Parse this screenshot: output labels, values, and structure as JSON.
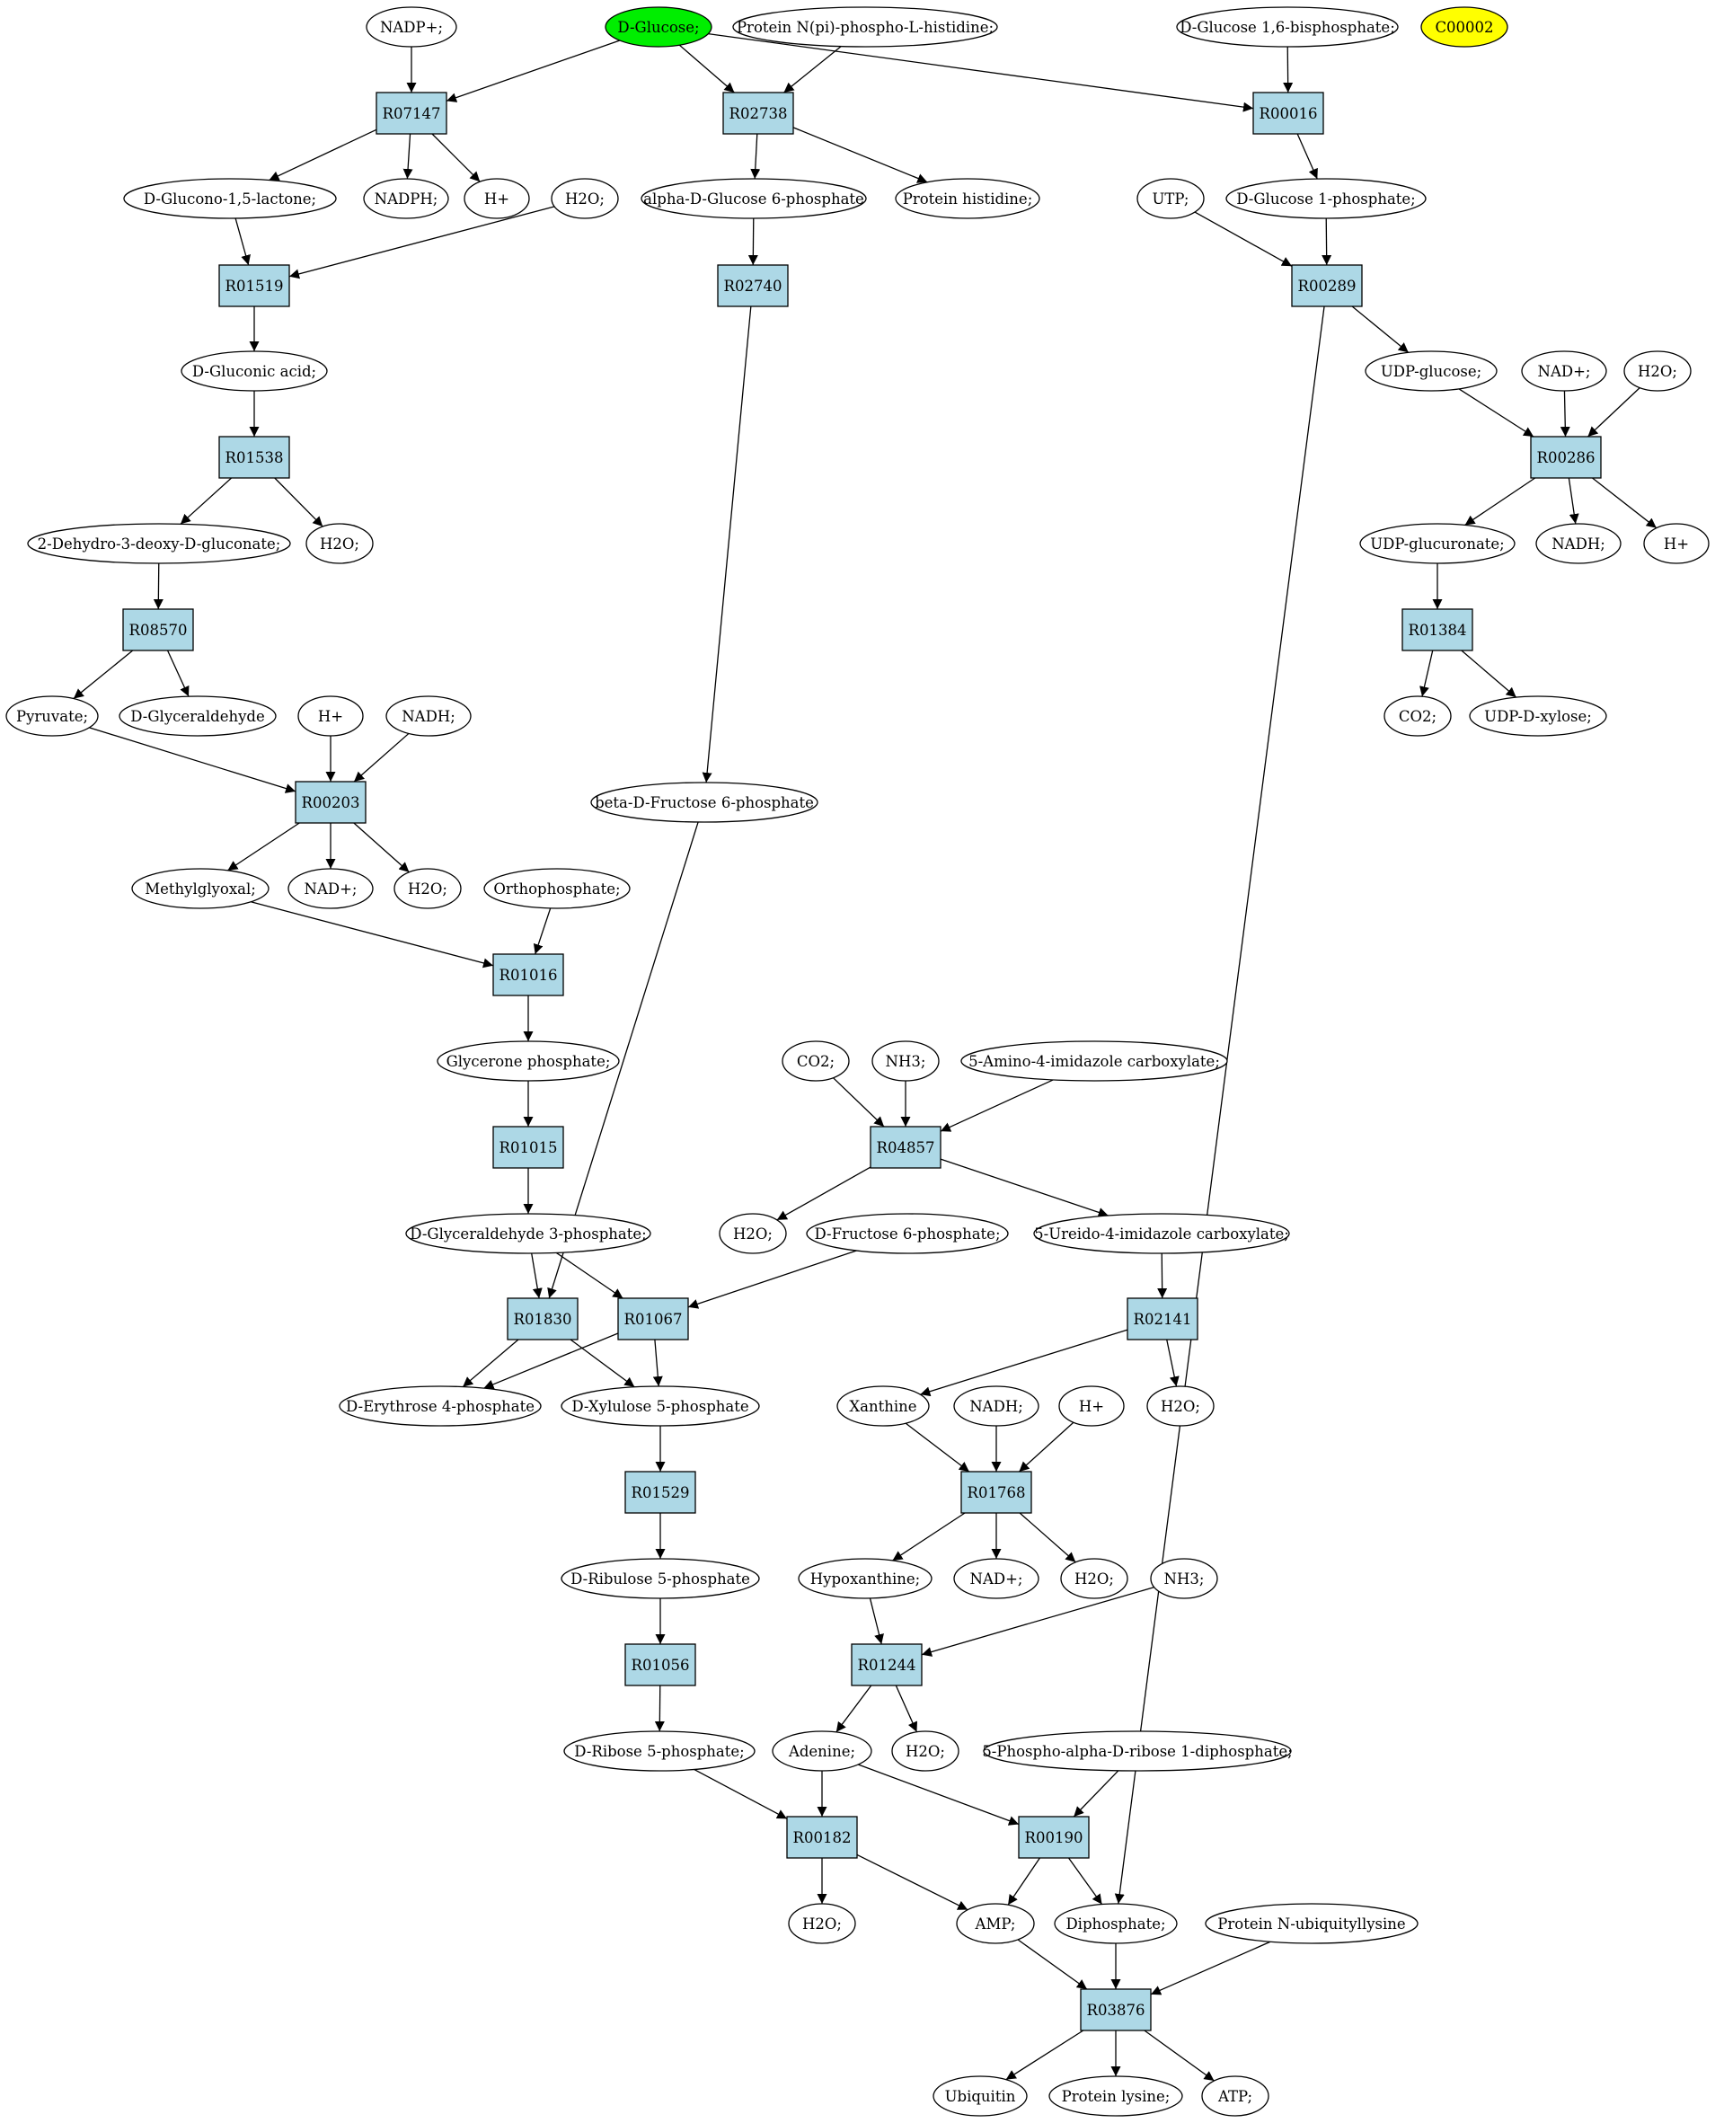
{
  "colors": {
    "reaction_fill": "#add8e6",
    "compound_fill": "#ffffff",
    "highlight_green": "#00ee00",
    "highlight_yellow": "#ffff00",
    "stroke": "#000000"
  },
  "nodes": [
    {
      "id": "nadp_plus",
      "kind": "compound",
      "label": "NADP+;"
    },
    {
      "id": "d_glucose",
      "kind": "compound",
      "label": "D-Glucose;",
      "fill": "highlight_green"
    },
    {
      "id": "protein_npi",
      "kind": "compound",
      "label": "Protein N(pi)-phospho-L-histidine;"
    },
    {
      "id": "d_glucose_16bp",
      "kind": "compound",
      "label": "D-Glucose 1,6-bisphosphate;"
    },
    {
      "id": "c00002",
      "kind": "compound",
      "label": "C00002",
      "fill": "highlight_yellow"
    },
    {
      "id": "R07147",
      "kind": "reaction",
      "label": "R07147"
    },
    {
      "id": "R02738",
      "kind": "reaction",
      "label": "R02738"
    },
    {
      "id": "R00016",
      "kind": "reaction",
      "label": "R00016"
    },
    {
      "id": "d_glucono_lactone",
      "kind": "compound",
      "label": "D-Glucono-1,5-lactone;"
    },
    {
      "id": "nadph_1",
      "kind": "compound",
      "label": "NADPH;"
    },
    {
      "id": "hplus_1",
      "kind": "compound",
      "label": "H+"
    },
    {
      "id": "h2o_1",
      "kind": "compound",
      "label": "H2O;"
    },
    {
      "id": "ad_glucose_6p",
      "kind": "compound",
      "label": "alpha-D-Glucose 6-phosphate"
    },
    {
      "id": "protein_histidine",
      "kind": "compound",
      "label": "Protein histidine;"
    },
    {
      "id": "utp",
      "kind": "compound",
      "label": "UTP;"
    },
    {
      "id": "d_glucose_1p",
      "kind": "compound",
      "label": "D-Glucose 1-phosphate;"
    },
    {
      "id": "R01519",
      "kind": "reaction",
      "label": "R01519"
    },
    {
      "id": "R02740",
      "kind": "reaction",
      "label": "R02740"
    },
    {
      "id": "R00289",
      "kind": "reaction",
      "label": "R00289"
    },
    {
      "id": "d_gluconic_acid",
      "kind": "compound",
      "label": "D-Gluconic acid;"
    },
    {
      "id": "udp_glucose",
      "kind": "compound",
      "label": "UDP-glucose;"
    },
    {
      "id": "nad_plus_1",
      "kind": "compound",
      "label": "NAD+;"
    },
    {
      "id": "h2o_2",
      "kind": "compound",
      "label": "H2O;"
    },
    {
      "id": "R01538",
      "kind": "reaction",
      "label": "R01538"
    },
    {
      "id": "R00286",
      "kind": "reaction",
      "label": "R00286"
    },
    {
      "id": "dehydro_deoxy_gluconate",
      "kind": "compound",
      "label": "2-Dehydro-3-deoxy-D-gluconate;"
    },
    {
      "id": "h2o_3",
      "kind": "compound",
      "label": "H2O;"
    },
    {
      "id": "udp_glucuronate",
      "kind": "compound",
      "label": "UDP-glucuronate;"
    },
    {
      "id": "nadh_1",
      "kind": "compound",
      "label": "NADH;"
    },
    {
      "id": "hplus_2",
      "kind": "compound",
      "label": "H+"
    },
    {
      "id": "R08570",
      "kind": "reaction",
      "label": "R08570"
    },
    {
      "id": "R01384",
      "kind": "reaction",
      "label": "R01384"
    },
    {
      "id": "pyruvate",
      "kind": "compound",
      "label": "Pyruvate;"
    },
    {
      "id": "d_glyceraldehyde",
      "kind": "compound",
      "label": "D-Glyceraldehyde"
    },
    {
      "id": "hplus_3",
      "kind": "compound",
      "label": "H+"
    },
    {
      "id": "nadh_2",
      "kind": "compound",
      "label": "NADH;"
    },
    {
      "id": "co2_1",
      "kind": "compound",
      "label": "CO2;"
    },
    {
      "id": "udp_d_xylose",
      "kind": "compound",
      "label": "UDP-D-xylose;"
    },
    {
      "id": "R00203",
      "kind": "reaction",
      "label": "R00203"
    },
    {
      "id": "b_fructose_6p",
      "kind": "compound",
      "label": "beta-D-Fructose 6-phosphate"
    },
    {
      "id": "methylglyoxal",
      "kind": "compound",
      "label": "Methylglyoxal;"
    },
    {
      "id": "nad_plus_2",
      "kind": "compound",
      "label": "NAD+;"
    },
    {
      "id": "h2o_4",
      "kind": "compound",
      "label": "H2O;"
    },
    {
      "id": "orthophosphate",
      "kind": "compound",
      "label": "Orthophosphate;"
    },
    {
      "id": "R01016",
      "kind": "reaction",
      "label": "R01016"
    },
    {
      "id": "glycerone_phosphate",
      "kind": "compound",
      "label": "Glycerone phosphate;"
    },
    {
      "id": "co2_2",
      "kind": "compound",
      "label": "CO2;"
    },
    {
      "id": "nh3_1",
      "kind": "compound",
      "label": "NH3;"
    },
    {
      "id": "aminoimidazole_carbox",
      "kind": "compound",
      "label": "5-Amino-4-imidazole carboxylate;"
    },
    {
      "id": "R01015",
      "kind": "reaction",
      "label": "R01015"
    },
    {
      "id": "R04857",
      "kind": "reaction",
      "label": "R04857"
    },
    {
      "id": "d_glyceraldehyde_3p",
      "kind": "compound",
      "label": "D-Glyceraldehyde 3-phosphate;"
    },
    {
      "id": "h2o_5",
      "kind": "compound",
      "label": "H2O;"
    },
    {
      "id": "d_fructose_6p",
      "kind": "compound",
      "label": "D-Fructose 6-phosphate;"
    },
    {
      "id": "ureido_imidazole_carbox",
      "kind": "compound",
      "label": "5-Ureido-4-imidazole carboxylate;"
    },
    {
      "id": "R01830",
      "kind": "reaction",
      "label": "R01830"
    },
    {
      "id": "R01067",
      "kind": "reaction",
      "label": "R01067"
    },
    {
      "id": "R02141",
      "kind": "reaction",
      "label": "R02141"
    },
    {
      "id": "d_erythrose_4p",
      "kind": "compound",
      "label": "D-Erythrose 4-phosphate"
    },
    {
      "id": "d_xylulose_5p",
      "kind": "compound",
      "label": "D-Xylulose 5-phosphate"
    },
    {
      "id": "xanthine",
      "kind": "compound",
      "label": "Xanthine"
    },
    {
      "id": "nadh_3",
      "kind": "compound",
      "label": "NADH;"
    },
    {
      "id": "hplus_4",
      "kind": "compound",
      "label": "H+"
    },
    {
      "id": "h2o_6",
      "kind": "compound",
      "label": "H2O;"
    },
    {
      "id": "R01529",
      "kind": "reaction",
      "label": "R01529"
    },
    {
      "id": "R01768",
      "kind": "reaction",
      "label": "R01768"
    },
    {
      "id": "d_ribulose_5p",
      "kind": "compound",
      "label": "D-Ribulose 5-phosphate"
    },
    {
      "id": "hypoxanthine",
      "kind": "compound",
      "label": "Hypoxanthine;"
    },
    {
      "id": "nad_plus_3",
      "kind": "compound",
      "label": "NAD+;"
    },
    {
      "id": "h2o_7",
      "kind": "compound",
      "label": "H2O;"
    },
    {
      "id": "nh3_2",
      "kind": "compound",
      "label": "NH3;"
    },
    {
      "id": "R01056",
      "kind": "reaction",
      "label": "R01056"
    },
    {
      "id": "R01244",
      "kind": "reaction",
      "label": "R01244"
    },
    {
      "id": "d_ribose_5p",
      "kind": "compound",
      "label": "D-Ribose 5-phosphate;"
    },
    {
      "id": "adenine",
      "kind": "compound",
      "label": "Adenine;"
    },
    {
      "id": "h2o_8",
      "kind": "compound",
      "label": "H2O;"
    },
    {
      "id": "prpp",
      "kind": "compound",
      "label": "5-Phospho-alpha-D-ribose 1-diphosphate;"
    },
    {
      "id": "R00182",
      "kind": "reaction",
      "label": "R00182"
    },
    {
      "id": "R00190",
      "kind": "reaction",
      "label": "R00190"
    },
    {
      "id": "h2o_9",
      "kind": "compound",
      "label": "H2O;"
    },
    {
      "id": "amp",
      "kind": "compound",
      "label": "AMP;"
    },
    {
      "id": "diphosphate",
      "kind": "compound",
      "label": "Diphosphate;"
    },
    {
      "id": "protein_n_ubiquityllysine",
      "kind": "compound",
      "label": "Protein N-ubiquityllysine"
    },
    {
      "id": "R03876",
      "kind": "reaction",
      "label": "R03876"
    },
    {
      "id": "ubiquitin",
      "kind": "compound",
      "label": "Ubiquitin"
    },
    {
      "id": "protein_lysine",
      "kind": "compound",
      "label": "Protein lysine;"
    },
    {
      "id": "atp",
      "kind": "compound",
      "label": "ATP;"
    }
  ],
  "edges": [
    [
      "nadp_plus",
      "R07147"
    ],
    [
      "d_glucose",
      "R07147"
    ],
    [
      "d_glucose",
      "R02738"
    ],
    [
      "d_glucose",
      "R00016"
    ],
    [
      "protein_npi",
      "R02738"
    ],
    [
      "d_glucose_16bp",
      "R00016"
    ],
    [
      "R07147",
      "d_glucono_lactone"
    ],
    [
      "R07147",
      "nadph_1"
    ],
    [
      "R07147",
      "hplus_1"
    ],
    [
      "R02738",
      "ad_glucose_6p"
    ],
    [
      "R02738",
      "protein_histidine"
    ],
    [
      "R00016",
      "d_glucose_1p"
    ],
    [
      "d_glucono_lactone",
      "R01519"
    ],
    [
      "h2o_1",
      "R01519"
    ],
    [
      "ad_glucose_6p",
      "R02740"
    ],
    [
      "utp",
      "R00289"
    ],
    [
      "d_glucose_1p",
      "R00289"
    ],
    [
      "R01519",
      "d_gluconic_acid"
    ],
    [
      "R00289",
      "udp_glucose"
    ],
    [
      "R00289",
      "diphosphate"
    ],
    [
      "R02740",
      "b_fructose_6p"
    ],
    [
      "d_gluconic_acid",
      "R01538"
    ],
    [
      "udp_glucose",
      "R00286"
    ],
    [
      "nad_plus_1",
      "R00286"
    ],
    [
      "h2o_2",
      "R00286"
    ],
    [
      "R01538",
      "dehydro_deoxy_gluconate"
    ],
    [
      "R01538",
      "h2o_3"
    ],
    [
      "R00286",
      "udp_glucuronate"
    ],
    [
      "R00286",
      "nadh_1"
    ],
    [
      "R00286",
      "hplus_2"
    ],
    [
      "dehydro_deoxy_gluconate",
      "R08570"
    ],
    [
      "udp_glucuronate",
      "R01384"
    ],
    [
      "R08570",
      "pyruvate"
    ],
    [
      "R08570",
      "d_glyceraldehyde"
    ],
    [
      "R01384",
      "co2_1"
    ],
    [
      "R01384",
      "udp_d_xylose"
    ],
    [
      "pyruvate",
      "R00203"
    ],
    [
      "hplus_3",
      "R00203"
    ],
    [
      "nadh_2",
      "R00203"
    ],
    [
      "R00203",
      "methylglyoxal"
    ],
    [
      "R00203",
      "nad_plus_2"
    ],
    [
      "R00203",
      "h2o_4"
    ],
    [
      "methylglyoxal",
      "R01016"
    ],
    [
      "orthophosphate",
      "R01016"
    ],
    [
      "R01016",
      "glycerone_phosphate"
    ],
    [
      "glycerone_phosphate",
      "R01015"
    ],
    [
      "R01015",
      "d_glyceraldehyde_3p"
    ],
    [
      "co2_2",
      "R04857"
    ],
    [
      "nh3_1",
      "R04857"
    ],
    [
      "aminoimidazole_carbox",
      "R04857"
    ],
    [
      "R04857",
      "h2o_5"
    ],
    [
      "R04857",
      "ureido_imidazole_carbox"
    ],
    [
      "d_glyceraldehyde_3p",
      "R01830"
    ],
    [
      "d_glyceraldehyde_3p",
      "R01067"
    ],
    [
      "b_fructose_6p",
      "R01830"
    ],
    [
      "d_fructose_6p",
      "R01067"
    ],
    [
      "R01830",
      "d_erythrose_4p"
    ],
    [
      "R01830",
      "d_xylulose_5p"
    ],
    [
      "R01067",
      "d_erythrose_4p"
    ],
    [
      "R01067",
      "d_xylulose_5p"
    ],
    [
      "ureido_imidazole_carbox",
      "R02141"
    ],
    [
      "R02141",
      "xanthine"
    ],
    [
      "R02141",
      "h2o_6"
    ],
    [
      "d_xylulose_5p",
      "R01529"
    ],
    [
      "R01529",
      "d_ribulose_5p"
    ],
    [
      "xanthine",
      "R01768"
    ],
    [
      "nadh_3",
      "R01768"
    ],
    [
      "hplus_4",
      "R01768"
    ],
    [
      "R01768",
      "hypoxanthine"
    ],
    [
      "R01768",
      "nad_plus_3"
    ],
    [
      "R01768",
      "h2o_7"
    ],
    [
      "d_ribulose_5p",
      "R01056"
    ],
    [
      "R01056",
      "d_ribose_5p"
    ],
    [
      "hypoxanthine",
      "R01244"
    ],
    [
      "nh3_2",
      "R01244"
    ],
    [
      "R01244",
      "adenine"
    ],
    [
      "R01244",
      "h2o_8"
    ],
    [
      "d_ribose_5p",
      "R00182"
    ],
    [
      "adenine",
      "R00182"
    ],
    [
      "adenine",
      "R00190"
    ],
    [
      "prpp",
      "R00190"
    ],
    [
      "R00182",
      "h2o_9"
    ],
    [
      "R00182",
      "amp"
    ],
    [
      "R00190",
      "amp"
    ],
    [
      "R00190",
      "diphosphate"
    ],
    [
      "amp",
      "R03876"
    ],
    [
      "diphosphate",
      "R03876"
    ],
    [
      "protein_n_ubiquityllysine",
      "R03876"
    ],
    [
      "R03876",
      "ubiquitin"
    ],
    [
      "R03876",
      "protein_lysine"
    ],
    [
      "R03876",
      "atp"
    ]
  ]
}
